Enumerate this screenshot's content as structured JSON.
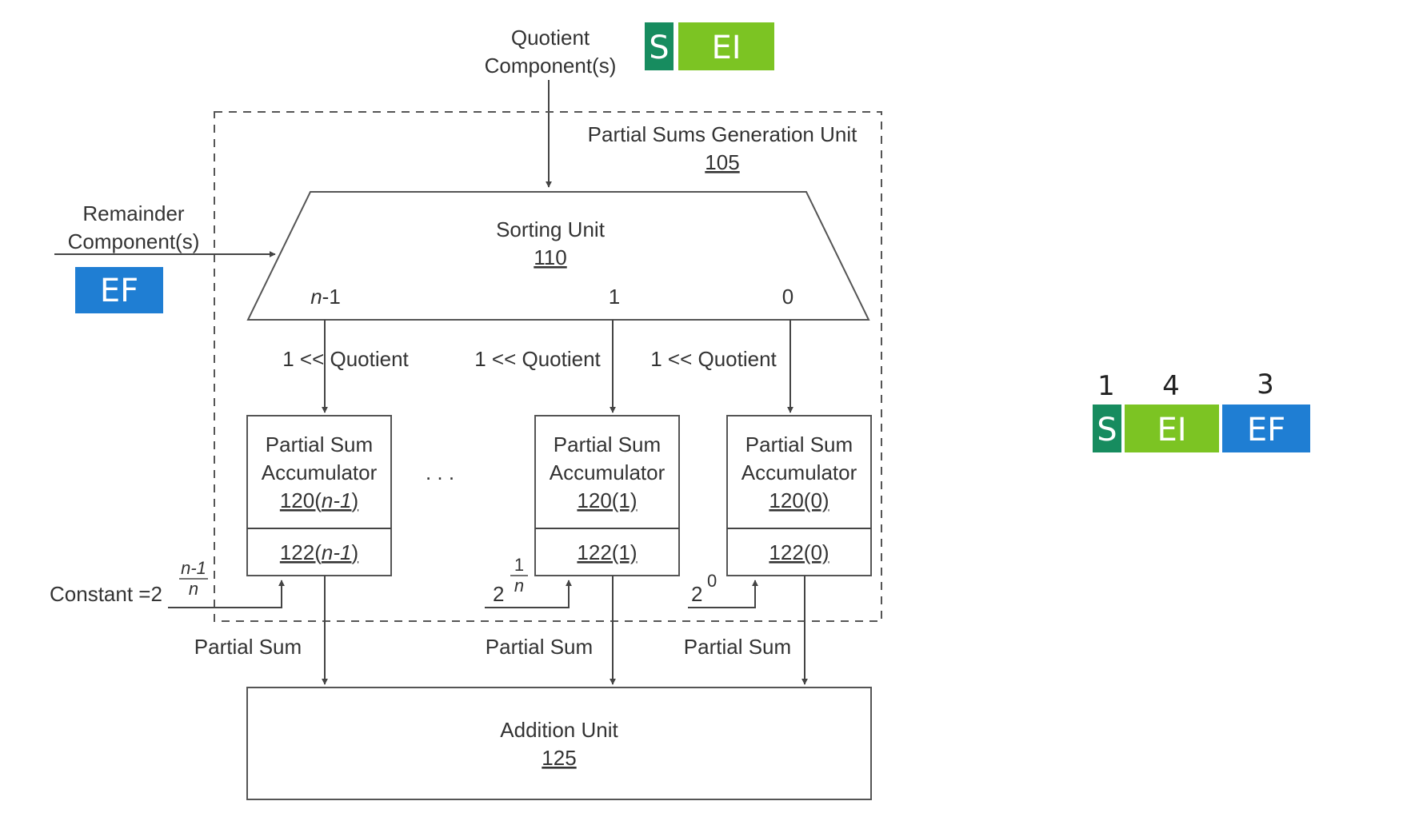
{
  "colors": {
    "s_badge": "#178c5f",
    "ei_badge": "#7cc423",
    "ef_badge": "#1f7ed3"
  },
  "diagram": {
    "quotient_input": {
      "line1": "Quotient",
      "line2": "Component(s)"
    },
    "top_badges": {
      "s": "S",
      "ei": "EI"
    },
    "remainder_input": {
      "line1": "Remainder",
      "line2": "Component(s)"
    },
    "ef_badge": "EF",
    "psgu": {
      "label": "Partial Sums Generation Unit",
      "ref": "105"
    },
    "sorting_unit": {
      "label": "Sorting Unit",
      "ref": "110",
      "outputs": [
        {
          "name": "n",
          "suffix": "-1"
        },
        {
          "name": "1"
        },
        {
          "name": "0"
        }
      ]
    },
    "shift_label": "1 << Quotient",
    "ellipsis": ". . .",
    "accumulators": [
      {
        "line1": "Partial Sum",
        "line2": "Accumulator",
        "ref_num": "120(",
        "ref_var": "n-1",
        "ref_close": ")",
        "reg_num": "122(",
        "reg_var": "n-1",
        "reg_close": ")"
      },
      {
        "line1": "Partial Sum",
        "line2": "Accumulator",
        "ref": "120(1)",
        "reg": "122(1)"
      },
      {
        "line1": "Partial Sum",
        "line2": "Accumulator",
        "ref": "120(0)",
        "reg": "122(0)"
      }
    ],
    "constants": {
      "prefix": "Constant =2",
      "first_num": "n-1",
      "first_den": "n",
      "mid_base": "2",
      "mid_num": "1",
      "mid_den": "n",
      "last_base": "2",
      "last_exp": "0"
    },
    "partial_sum_label": "Partial Sum",
    "addition_unit": {
      "label": "Addition Unit",
      "ref": "125"
    }
  },
  "bit_layout": {
    "fields": [
      {
        "count": "1",
        "label": "S"
      },
      {
        "count": "4",
        "label": "EI"
      },
      {
        "count": "3",
        "label": "EF"
      }
    ]
  }
}
